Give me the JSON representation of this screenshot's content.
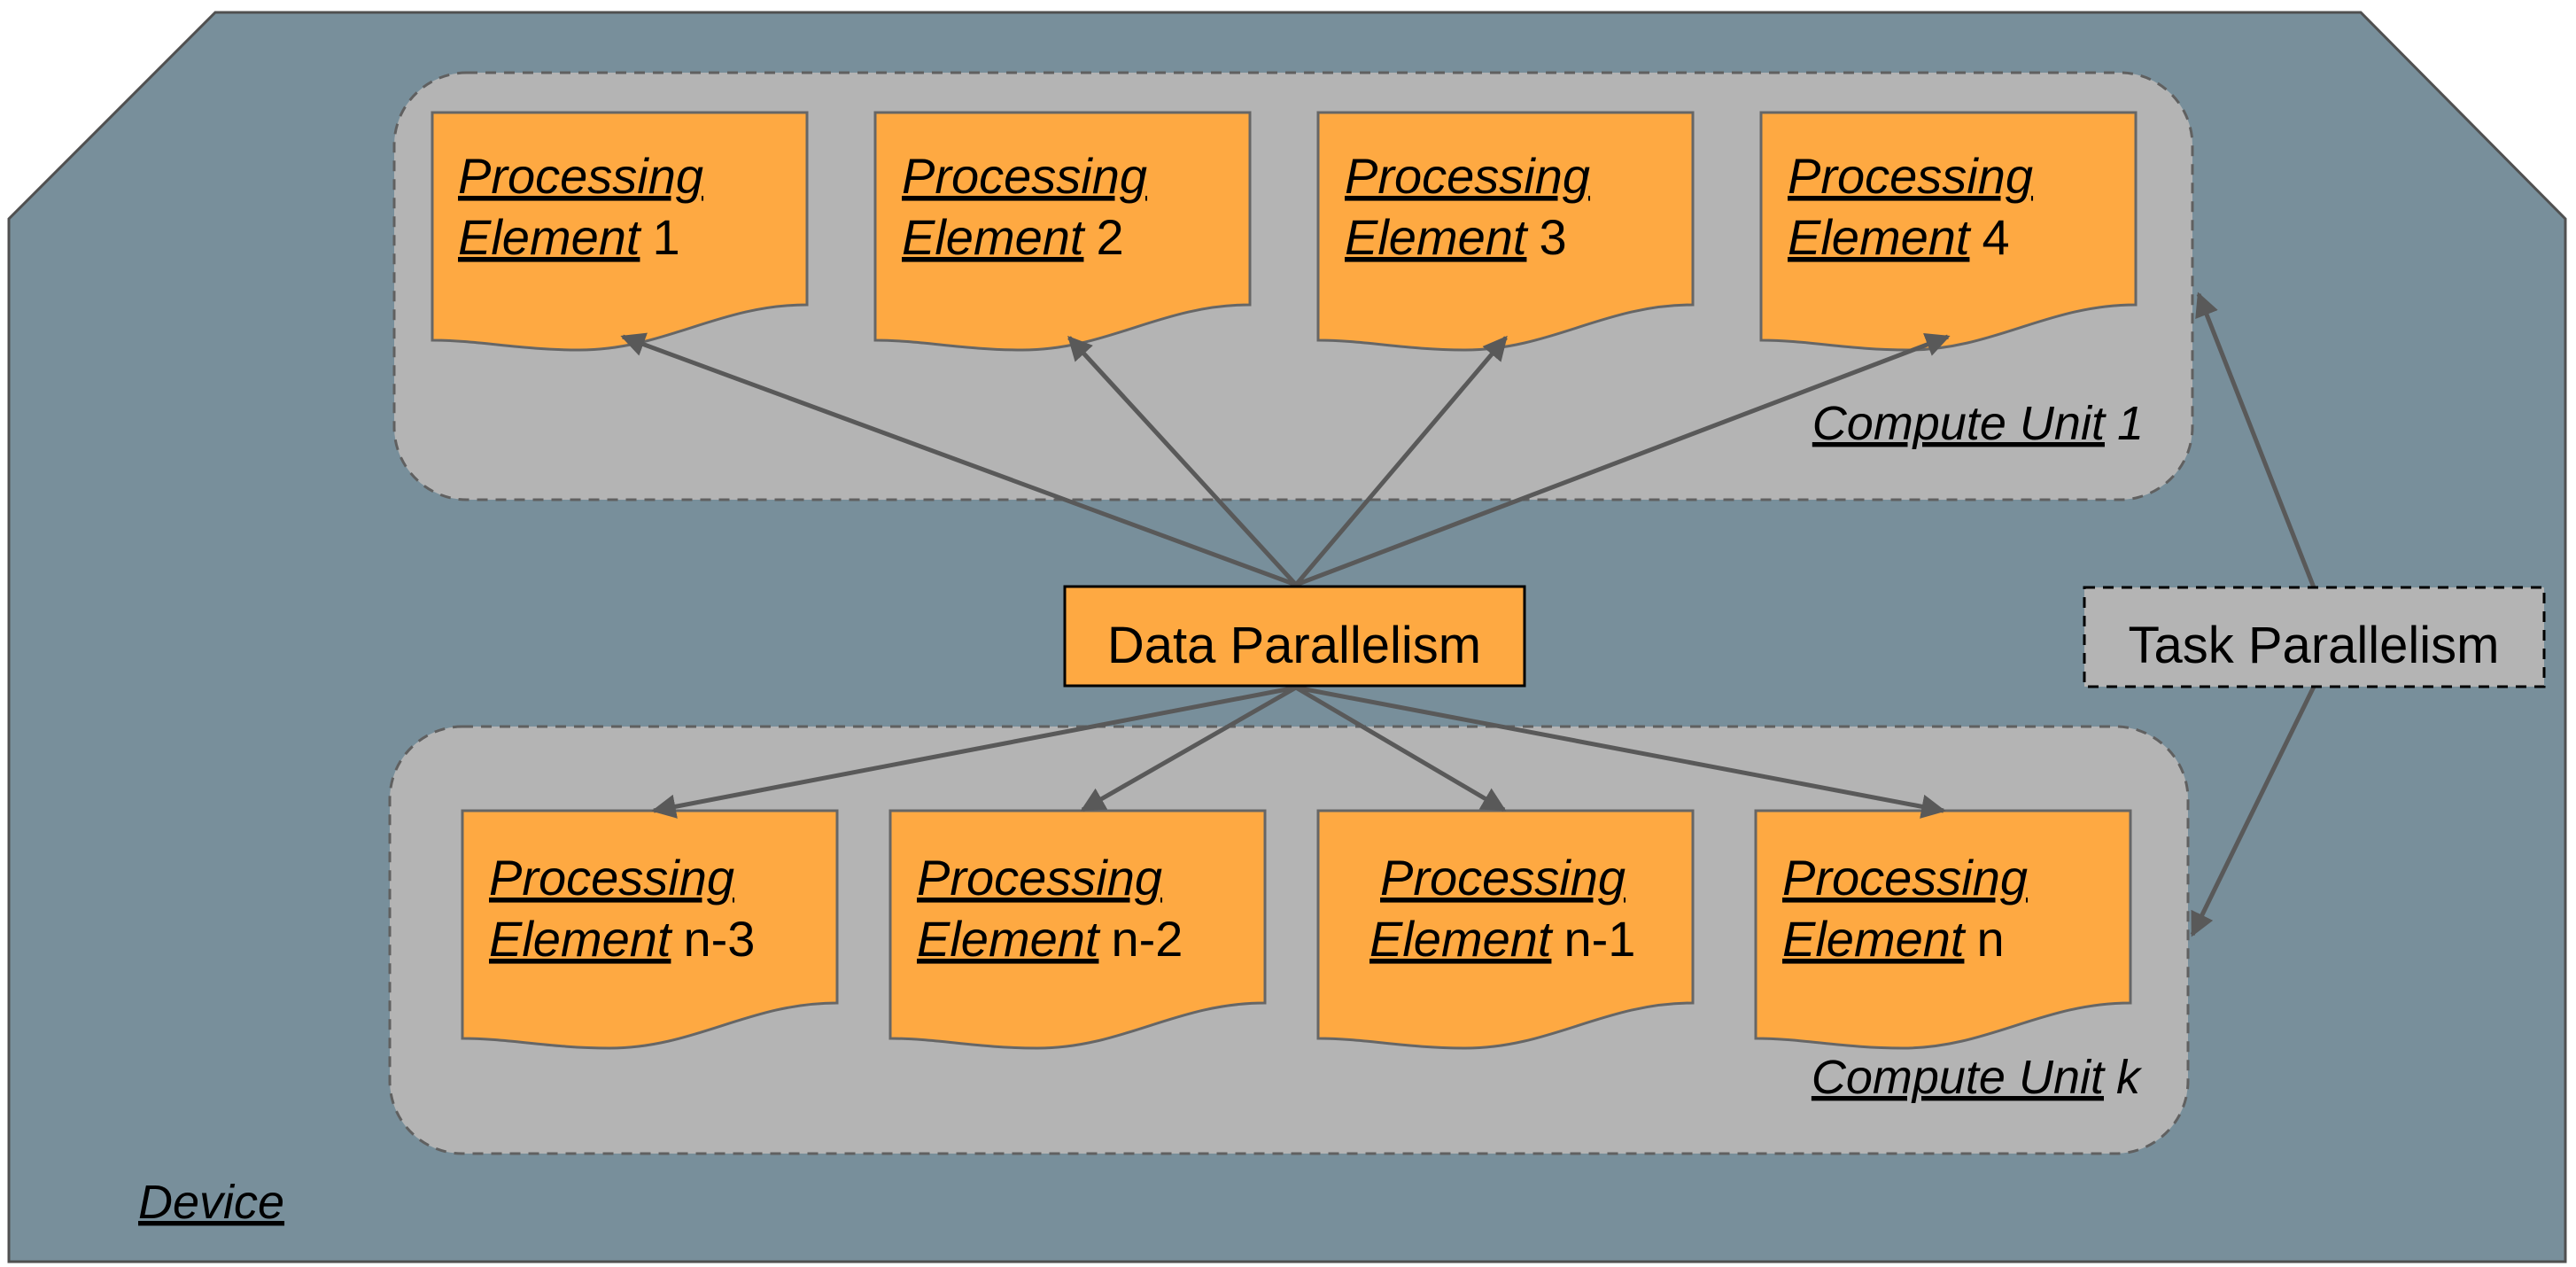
{
  "device": {
    "label": "Device"
  },
  "compute_units": [
    {
      "label_word": "Compute Unit",
      "label_index": "1",
      "elements": [
        {
          "word1": "Processing",
          "word2": "Element",
          "suffix": "1"
        },
        {
          "word1": "Processing",
          "word2": "Element",
          "suffix": "2"
        },
        {
          "word1": "Processing",
          "word2": "Element",
          "suffix": "3"
        },
        {
          "word1": "Processing",
          "word2": "Element",
          "suffix": "4"
        }
      ]
    },
    {
      "label_word": "Compute Unit",
      "label_index": "k",
      "elements": [
        {
          "word1": "Processing",
          "word2": "Element",
          "suffix": "n-3"
        },
        {
          "word1": "Processing",
          "word2": "Element",
          "suffix": "n-2"
        },
        {
          "word1": "Processing",
          "word2": "Element",
          "suffix": "n-1"
        },
        {
          "word1": "Processing",
          "word2": "Element",
          "suffix": "n"
        }
      ]
    }
  ],
  "data_parallelism": {
    "label": "Data Parallelism"
  },
  "task_parallelism": {
    "label": "Task Parallelism"
  },
  "colors": {
    "device_fill": "#788f9b",
    "compute_unit_fill": "#b4b4b4",
    "element_fill": "#fea942",
    "arrow": "#595959",
    "outline": "#505050"
  }
}
